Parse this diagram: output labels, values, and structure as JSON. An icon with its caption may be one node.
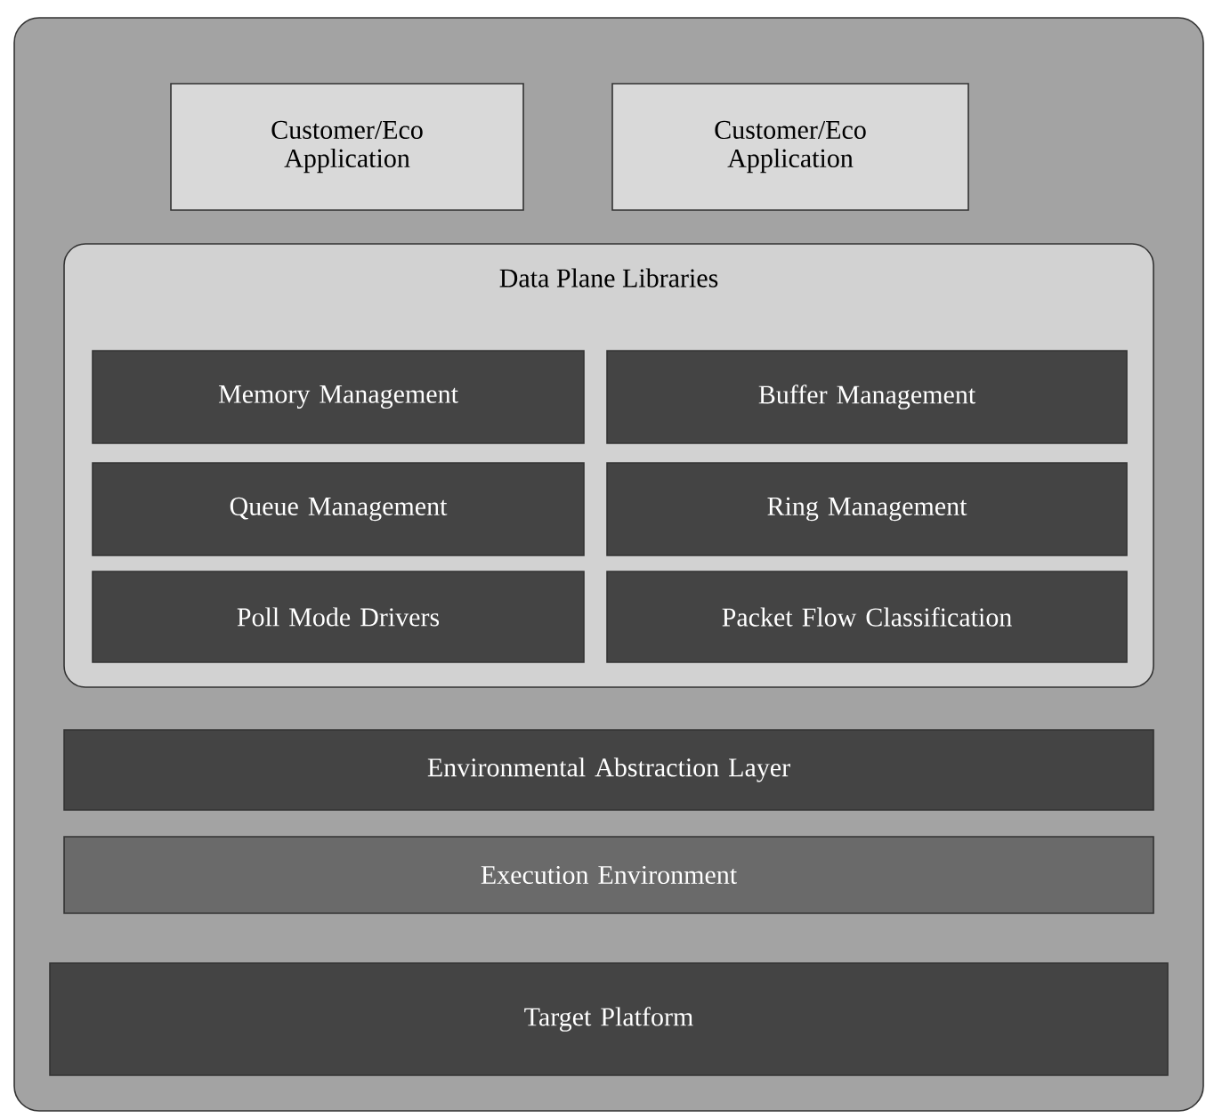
{
  "diagram": {
    "nodes": [
      {
        "text": [],
        "shape": "box"
      },
      {
        "text": [
          "Customer/Eco Application"
        ],
        "in": 0
      },
      {
        "text": [
          "Customer/Eco Application"
        ],
        "in": 0
      },
      {
        "text": [
          "Data Plane Libraries"
        ],
        "in": 0
      },
      {
        "text": [
          "Memory Management"
        ],
        "in": 3
      },
      {
        "text": [
          "Buffer Management"
        ],
        "in": 3
      },
      {
        "text": [
          "Queue Management"
        ],
        "in": 3
      },
      {
        "text": [
          "Ring Management"
        ],
        "in": 3
      },
      {
        "text": [
          "Poll Mode Drivers"
        ],
        "in": 3
      },
      {
        "text": [
          "Packet Flow Classification"
        ],
        "in": 3
      },
      {
        "text": [
          "Environmental Abstraction Layer"
        ],
        "in": 0
      },
      {
        "text": [
          "Execution Environment"
        ],
        "in": 0
      },
      {
        "text": [
          "Target Platform"
        ],
        "in": 0
      }
    ]
  }
}
